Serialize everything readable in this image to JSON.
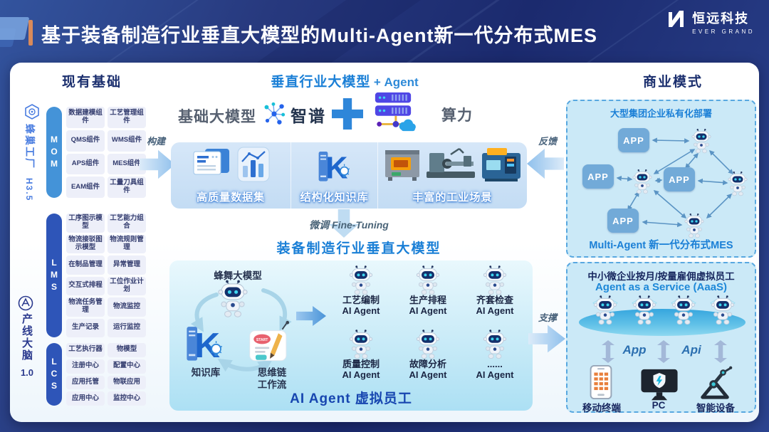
{
  "header": {
    "title": "基于装备制造行业垂直大模型的Multi-Agent新一代分布式MES",
    "logo_name": "恒远科技",
    "logo_sub": "EVER GRAND"
  },
  "arrows": {
    "build": "构建",
    "feedback": "反馈",
    "support": "支撑",
    "finetune": "微调 Fine-Tuning"
  },
  "left": {
    "title": "现有基础",
    "side1": {
      "label": "蜂巢工厂",
      "version": "H3.5"
    },
    "side2": {
      "label": "产线大脑",
      "version": "1.0"
    },
    "groups": [
      {
        "bar": "MOM",
        "chips": [
          "数据建模组件",
          "工艺管理组件",
          "QMS组件",
          "WMS组件",
          "APS组件",
          "MES组件",
          "EAM组件",
          "工量刀具组件"
        ]
      },
      {
        "bar": "LMS",
        "chips": [
          "工序图示模型",
          "工艺能力组合",
          "物流接驳图示模型",
          "物流规则管理",
          "在制品管理",
          "异常管理",
          "交互式排程",
          "工位作业计划",
          "物流任务管理",
          "物流监控",
          "生产记录",
          "运行监控"
        ]
      },
      {
        "bar": "LCS",
        "chips": [
          "工艺执行器",
          "物模型",
          "注册中心",
          "配置中心",
          "应用托管",
          "物联应用",
          "应用中心",
          "监控中心"
        ]
      }
    ]
  },
  "middle": {
    "title": "垂直行业大模型",
    "title_plus": "+ Agent",
    "base_label": "基础大模型",
    "vendor": "智谱",
    "compute": "算力",
    "assets": [
      "高质量数据集",
      "结构化知识库",
      "丰富的工业场景"
    ],
    "model_title": "装备制造行业垂直大模型",
    "bee_model": "蜂舞大模型",
    "kb": "知识库",
    "cot1": "思维链",
    "cot2": "工作流",
    "workflow_start": "START",
    "agents": [
      {
        "name": "工艺编制",
        "sub": "AI Agent"
      },
      {
        "name": "生产排程",
        "sub": "AI Agent"
      },
      {
        "name": "齐套检查",
        "sub": "AI Agent"
      },
      {
        "name": "质量控制",
        "sub": "AI Agent"
      },
      {
        "name": "故障分析",
        "sub": "AI Agent"
      },
      {
        "name": "......",
        "sub": "AI Agent"
      }
    ],
    "footer": "AI Agent 虚拟员工"
  },
  "right": {
    "title": "商业模式",
    "private": {
      "title": "大型集团企业私有化部署",
      "app": "APP",
      "footer": "Multi-Agent 新一代分布式MES"
    },
    "aaas": {
      "title": "中小微企业按月/按量雇佣虚拟员工",
      "subtitle": "Agent as a Service (AaaS)",
      "app": "App",
      "api": "Api",
      "devices": [
        "移动终端",
        "PC",
        "智能设备"
      ]
    }
  },
  "colors": {
    "accent_blue": "#1a7fd6",
    "navy": "#1b2f6e",
    "bar_mom": "#4493d8",
    "bar_lms": "#2e55b8",
    "banner": "#1b2a6e",
    "orange_accent": "#d98a5a"
  }
}
